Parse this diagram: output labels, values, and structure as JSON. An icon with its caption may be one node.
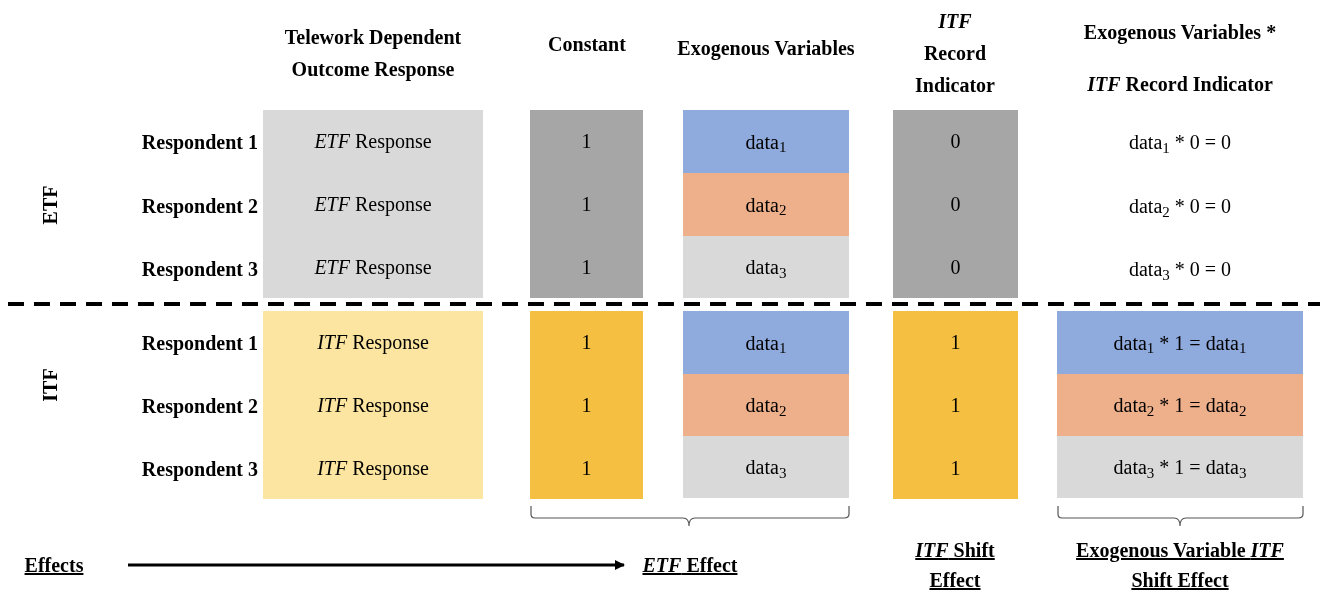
{
  "diagram": {
    "nodes": [
      {
        "text": [
          "*ETF* Response",
          "*ETF* Response",
          "*ETF* Response"
        ]
      },
      {
        "text": [
          "1",
          "1",
          "1"
        ]
      },
      {
        "text": [
          "data$_{1}$"
        ]
      },
      {
        "text": [
          "data$_{2}$"
        ]
      },
      {
        "text": [
          "data$_{3}$"
        ]
      },
      {
        "text": [
          "0",
          "0",
          "0"
        ]
      },
      {
        "text": [
          "*ITF* Response",
          "*ITF* Response",
          "*ITF* Response"
        ]
      },
      {
        "text": [
          "1",
          "1",
          "1"
        ]
      },
      {
        "text": [
          "data$_{1}$"
        ]
      },
      {
        "text": [
          "data$_{2}$"
        ]
      },
      {
        "text": [
          "data$_{3}$"
        ]
      },
      {
        "text": [
          "1",
          "1",
          "1"
        ]
      },
      {
        "text": [
          "data$_{1}$ * 1 = data$_{1}$"
        ]
      },
      {
        "text": [
          "data$_{2}$ * 1 = data$_{2}$"
        ]
      },
      {
        "text": [
          "data$_{3}$ * 1 = data$_{3}$"
        ]
      },
      {
        "text": [
          "Effects"
        ]
      },
      {
        "text": [
          "*ETF* Effect"
        ]
      }
    ],
    "edges": [
      {
        "from": 15,
        "to": 16,
        "arrow": "to"
      }
    ],
    "labels": [
      "Telework Dependent Outcome Response",
      "Constant",
      "Exogenous Variables",
      "*ITF* Record Indicator",
      "Exogenous Variables *",
      "*ITF* Record Indicator",
      "ETF",
      "Respondent 1",
      "Respondent 2",
      "Respondent 3",
      "data$_{1}$ * 0 = 0",
      "data$_{2}$ * 0 = 0",
      "data$_{3}$ * 0 = 0",
      "ITF",
      "Respondent 1",
      "Respondent 2",
      "Respondent 3",
      "*ITF* Shift Effect",
      "Exogenous Variable *ITF* Shift Effect"
    ]
  }
}
